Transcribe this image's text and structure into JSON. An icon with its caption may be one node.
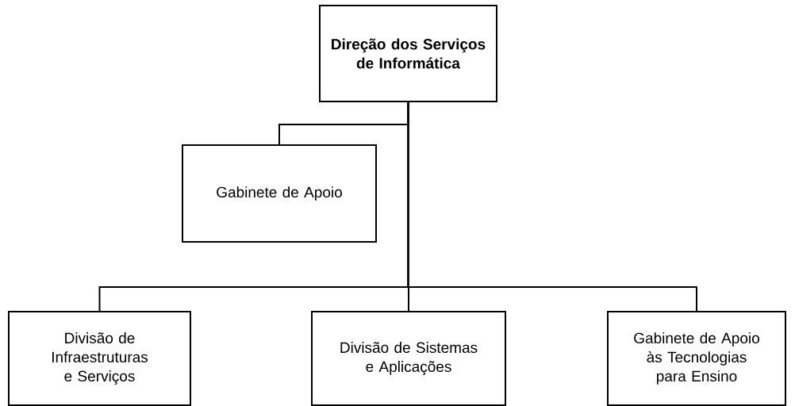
{
  "diagram": {
    "nodes": [
      {
        "text": [
          "**Direção dos Serviços de Informática**"
        ]
      },
      {
        "text": [
          "Gabinete de Apoio"
        ]
      },
      {
        "text": [
          "Divisão de Infraestruturas e Serviços"
        ]
      },
      {
        "text": [
          "Divisão de Sistemas e Aplicações"
        ]
      },
      {
        "text": [
          "Gabinete de Apoio às Tecnologias para Ensino"
        ]
      }
    ],
    "edges": [
      {
        "from": 0,
        "to": 1,
        "arrow": "none"
      },
      {
        "from": 0,
        "to": 2,
        "arrow": "none"
      },
      {
        "from": 0,
        "to": 3,
        "arrow": "none"
      },
      {
        "from": 0,
        "to": 4,
        "arrow": "none"
      }
    ]
  }
}
